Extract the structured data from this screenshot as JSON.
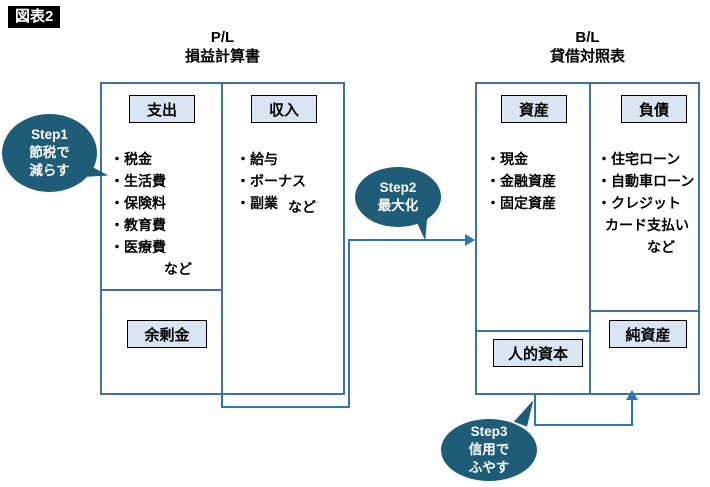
{
  "figure_label": "図表2",
  "colors": {
    "bubble": "#1e5c78",
    "box_border": "#41719c",
    "label_fill": "#d9e5f2",
    "label_border": "#000000",
    "line": "#2e75b6",
    "figure_label_bg": "#000000"
  },
  "pl": {
    "title": "P/L",
    "subtitle": "損益計算書",
    "expenses": {
      "header": "支出",
      "items": [
        "・税金",
        "・生活費",
        "・保険料",
        "・教育費",
        "・医療費"
      ],
      "etc": "など",
      "surplus": "余剰金"
    },
    "income": {
      "header": "収入",
      "items": [
        "・給与",
        "・ボーナス",
        "・副業"
      ],
      "etc": "など"
    }
  },
  "bl": {
    "title": "B/L",
    "subtitle": "貸借対照表",
    "assets": {
      "header": "資産",
      "items": [
        "・現金",
        "・金融資産",
        "・固定資産"
      ],
      "human_capital": "人的資本"
    },
    "liabilities": {
      "header": "負債",
      "items": [
        "・住宅ローン",
        "・自動車ローン",
        "・クレジット",
        "カード支払い"
      ],
      "etc": "など",
      "net_assets": "純資産"
    }
  },
  "steps": {
    "step1": {
      "title": "Step1",
      "line2": "節税で",
      "line3": "減らす"
    },
    "step2": {
      "title": "Step2",
      "line2": "最大化"
    },
    "step3": {
      "title": "Step3",
      "line2": "信用で",
      "line3": "ふやす"
    }
  }
}
